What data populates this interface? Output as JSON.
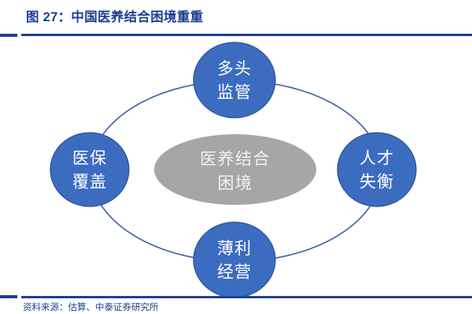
{
  "header": {
    "figure_title": "图 27：中国医养结合困境重重"
  },
  "footer": {
    "source_note": "资料来源：估算、中泰证券研究所"
  },
  "colors": {
    "title_blue": "#1d3f92",
    "rule_blue": "#1f3f8f",
    "node_fill": "#3c6cc0",
    "node_stroke": "#2a5396",
    "center_fill": "#a6a6a6",
    "ring_stroke": "#3f5f9e",
    "node_text": "#ffffff",
    "center_text": "#f2f2f2"
  },
  "diagram": {
    "type": "cycle-hub-and-spoke",
    "center": {
      "name": "center-node",
      "line1": "医养结合",
      "line2": "困境"
    },
    "nodes": [
      {
        "id": "top",
        "position": "top",
        "line1": "多头",
        "line2": "监管"
      },
      {
        "id": "right",
        "position": "right",
        "line1": "人才",
        "line2": "失衡"
      },
      {
        "id": "bottom",
        "position": "bottom",
        "line1": "薄利",
        "line2": "经营"
      },
      {
        "id": "left",
        "position": "left",
        "line1": "医保",
        "line2": "覆盖"
      }
    ]
  }
}
